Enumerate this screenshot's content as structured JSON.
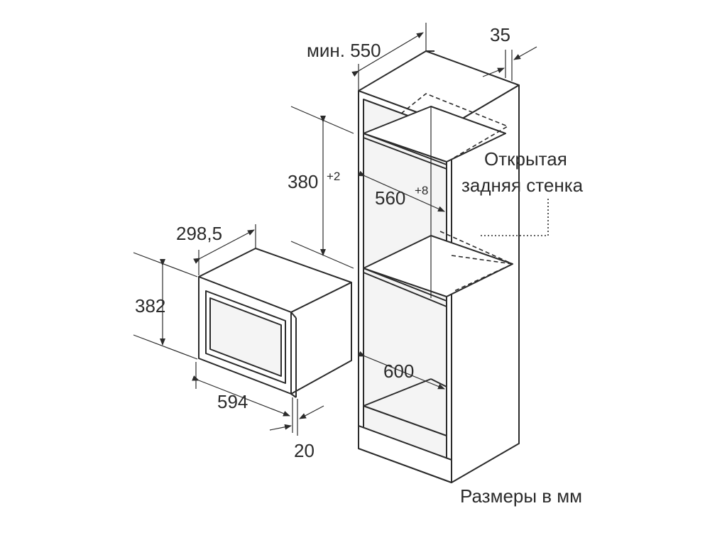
{
  "labels": {
    "min_depth": "мин. 550",
    "gap_35": "35",
    "height_380": "380",
    "height_380_tol": "+2",
    "depth_560": "560",
    "depth_560_tol": "+8",
    "open_back_line1": "Открытая",
    "open_back_line2": "задняя стенка",
    "depth_298": "298,5",
    "height_382": "382",
    "width_594": "594",
    "width_600": "600",
    "gap_20": "20",
    "units_note": "Размеры в мм"
  }
}
